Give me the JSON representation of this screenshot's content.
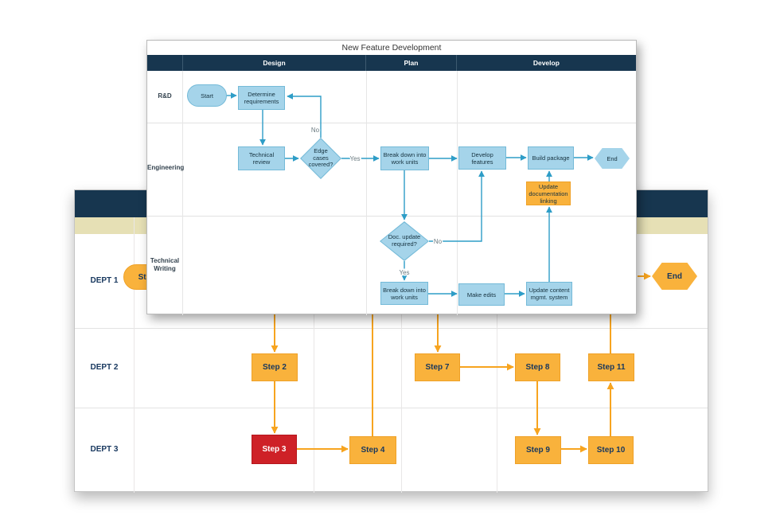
{
  "front": {
    "title": "New Feature Development",
    "phases": [
      {
        "label": "Design"
      },
      {
        "label": "Plan"
      },
      {
        "label": "Develop"
      }
    ],
    "lanes": [
      {
        "label": "R&D"
      },
      {
        "label": "Engineering"
      },
      {
        "label": "Technical Writing"
      }
    ],
    "nodes": {
      "start": "Start",
      "determine_requirements": "Determine requirements",
      "technical_review": "Technical review",
      "edge_cases": "Edge cases covered?",
      "break_down_eng": "Break down into work units",
      "develop_features": "Develop features",
      "build_package": "Build package",
      "end": "End",
      "update_doc_linking": "Update documentation linking",
      "doc_update_required": "Doc. update required?",
      "break_down_tw": "Break down into work units",
      "make_edits": "Make edits",
      "update_content": "Update content mgmt. system"
    },
    "edge_labels": {
      "no_edge_cases": "No",
      "yes_edge_cases": "Yes",
      "no_doc_update": "No",
      "yes_doc_update": "Yes"
    }
  },
  "back": {
    "lanes": [
      {
        "label": "DEPT 1"
      },
      {
        "label": "DEPT 2"
      },
      {
        "label": "DEPT 3"
      }
    ],
    "nodes": {
      "start": "Start",
      "end": "End",
      "step2": "Step 2",
      "step3": "Step 3",
      "step4": "Step 4",
      "step7": "Step 7",
      "step8": "Step 8",
      "step9": "Step 9",
      "step10": "Step 10",
      "step11": "Step 11"
    }
  },
  "colors": {
    "header_navy": "#17364F",
    "phase_band_khaki": "#E6E0B5",
    "blue_node_fill": "#A5D4EA",
    "blue_connector": "#2E9DC7",
    "orange_node_fill": "#F9B23C",
    "orange_connector": "#F7A41F",
    "red_node_fill": "#CE2127",
    "navy_text": "#17375E"
  }
}
